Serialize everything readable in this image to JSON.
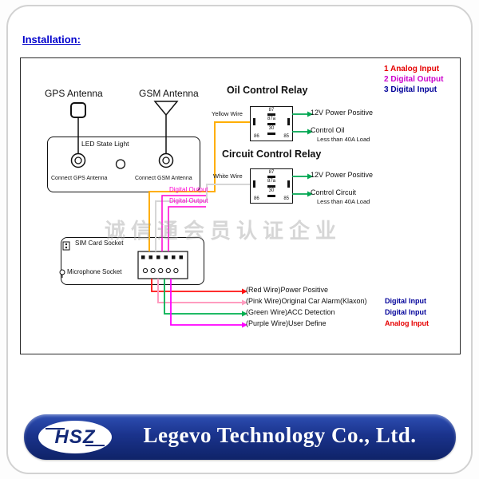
{
  "header": {
    "installation": "Installation:"
  },
  "legend": {
    "item1": "1 Analog Input",
    "item2": "2 Digital Output",
    "item3": "3 Digital Input"
  },
  "antennas": {
    "gps": "GPS Antenna",
    "gsm": "GSM Antenna"
  },
  "device": {
    "led": "LED State Light",
    "connect_gps": "Connect GPS Antenna",
    "connect_gsm": "Connect GSM Antenna",
    "sim": "SIM Card Socket",
    "mic": "Microphone Socket"
  },
  "oil_relay": {
    "title": "Oil Control Relay",
    "wire": "Yellow Wire",
    "pin_87": "87",
    "pin_87a": "87a",
    "pin_30": "30",
    "pin_86": "86",
    "pin_85": "85",
    "out_power": "12V Power Positive",
    "out_control": "Control Oil",
    "load": "Less than 40A Load"
  },
  "circuit_relay": {
    "title": "Circuit Control Relay",
    "wire": "White Wire",
    "pin_87": "87",
    "pin_87a": "87a",
    "pin_30": "30",
    "pin_86": "86",
    "pin_85": "85",
    "out_power": "12V Power Positive",
    "out_control": "Control Circuit",
    "load": "Less than 40A Load"
  },
  "digital_outputs": {
    "label1": "Digital Output",
    "label2": "Digital Output"
  },
  "bottom_wires": {
    "red_label": "(Red Wire)Power Positive",
    "pink_label": "(Pink Wire)Original Car Alarm(Klaxon)",
    "pink_tag": "Digital Input",
    "green_label": "(Green Wire)ACC Detection",
    "green_tag": "Digital Input",
    "purple_label": "(Purple Wire)User Define",
    "purple_tag": "Analog Input"
  },
  "watermark": "诚信通会员认证企业",
  "footer": {
    "logo": "HSZ",
    "company": "Legevo Technology Co., Ltd."
  },
  "colors": {
    "heading_blue": "#0000cc",
    "legend_red": "#e60000",
    "legend_magenta": "#cc00cc",
    "legend_navy": "#000099",
    "wire_yellow": "#ffae00",
    "wire_white": "#d6d6d6",
    "wire_magenta": "#ff00d4",
    "wire_red": "#ff1111",
    "wire_pink": "#ff9cc0",
    "wire_green": "#00b050",
    "wire_purple": "#ff00ff",
    "arrow_green": "#00a651",
    "banner_blue": "#1a338c"
  }
}
